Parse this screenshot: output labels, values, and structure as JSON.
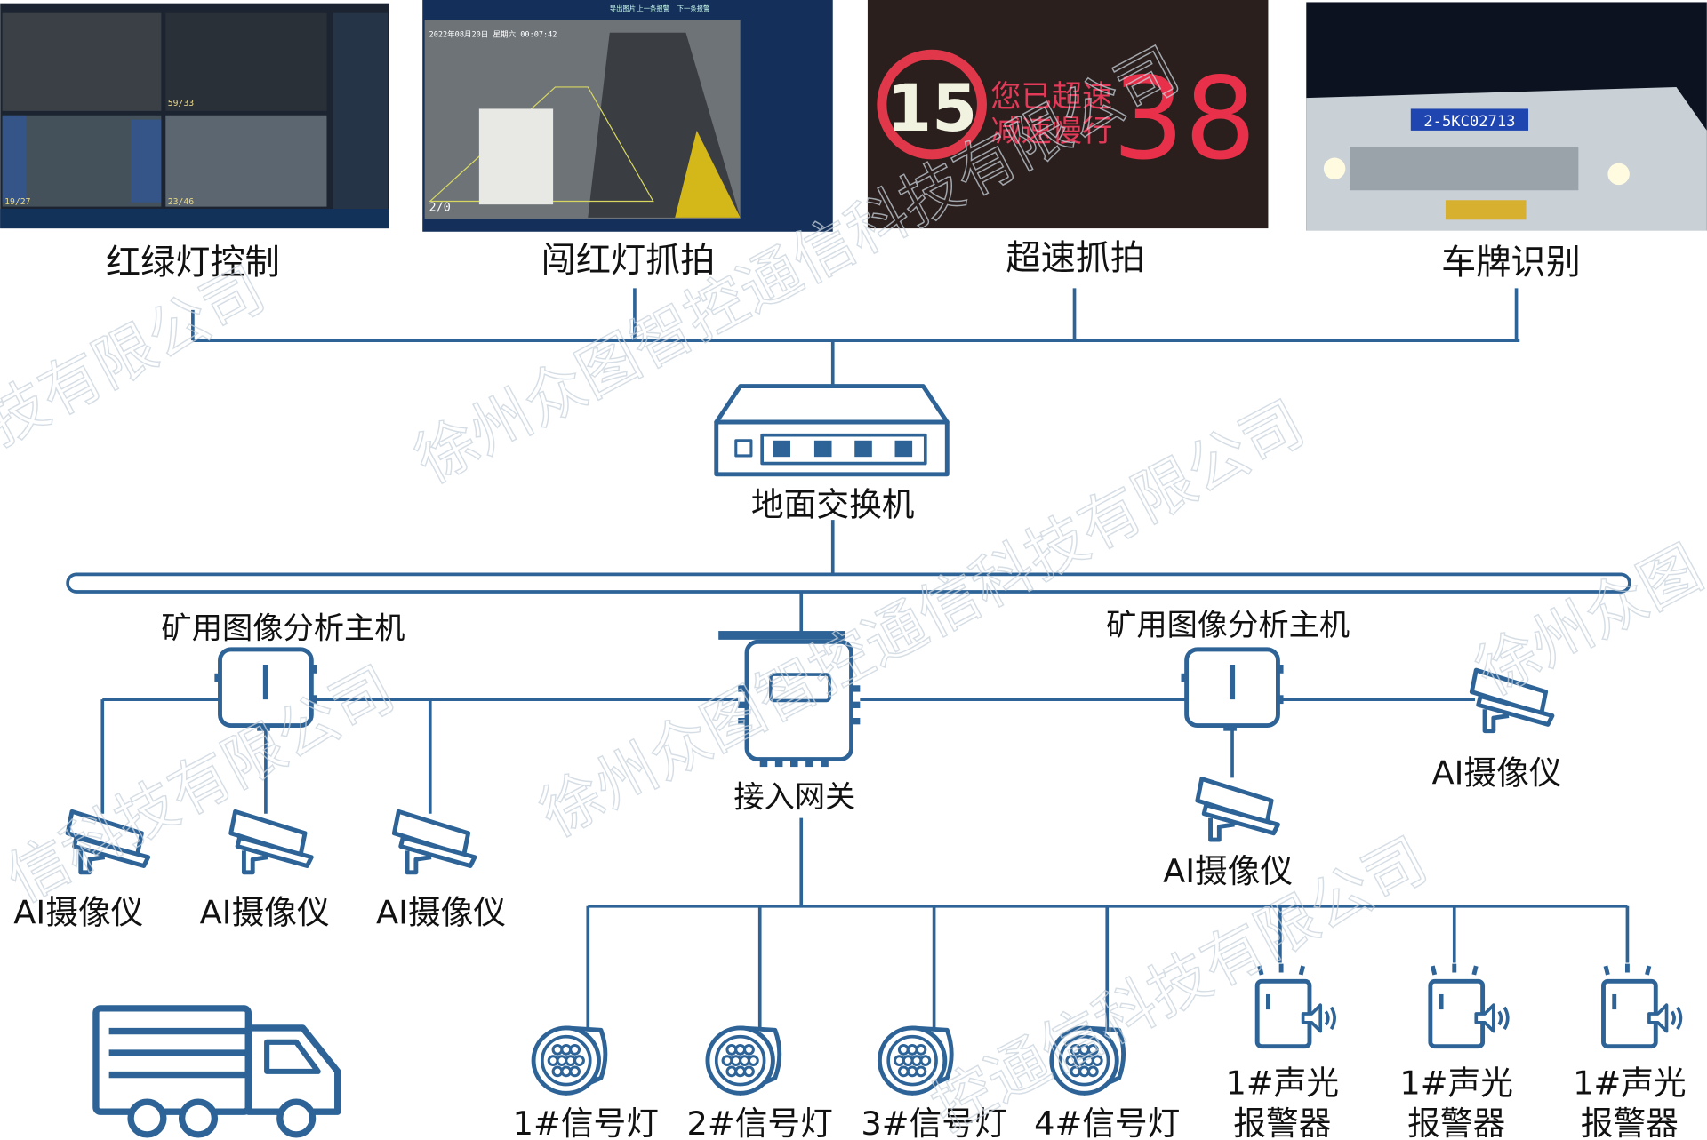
{
  "colors": {
    "line": "#2d6396",
    "text": "#111111",
    "photo_bg": "#1b2430"
  },
  "watermark": "徐州众图智控通信科技有限公司",
  "photos": [
    {
      "label": "红绿灯控制",
      "overlays": [
        "59/33",
        "19/27",
        "23/46"
      ]
    },
    {
      "label": "闯红灯抓拍",
      "overlays": [
        "2022年08月20日 星期六 00:07:42",
        "2/0",
        "导出图片",
        "上一条报警",
        "下一条报警"
      ]
    },
    {
      "label": "超速抓拍",
      "sign": {
        "limit": "15",
        "message_line1": "您已超速",
        "message_line2": "减速慢行",
        "speed": "38"
      }
    },
    {
      "label": "车牌识别",
      "plate": "2-5KC02713"
    }
  ],
  "switch": {
    "label": "地面交换机"
  },
  "hosts": [
    {
      "label": "矿用图像分析主机"
    },
    {
      "label": "矿用图像分析主机"
    }
  ],
  "gateway": {
    "label": "接入网关"
  },
  "cameras": [
    "AI摄像仪",
    "AI摄像仪",
    "AI摄像仪",
    "AI摄像仪",
    "AI摄像仪"
  ],
  "signals": [
    "1#信号灯",
    "2#信号灯",
    "3#信号灯",
    "4#信号灯"
  ],
  "alarms": [
    {
      "line1": "1#声光",
      "line2": "报警器"
    },
    {
      "line1": "1#声光",
      "line2": "报警器"
    },
    {
      "line1": "1#声光",
      "line2": "报警器"
    }
  ]
}
